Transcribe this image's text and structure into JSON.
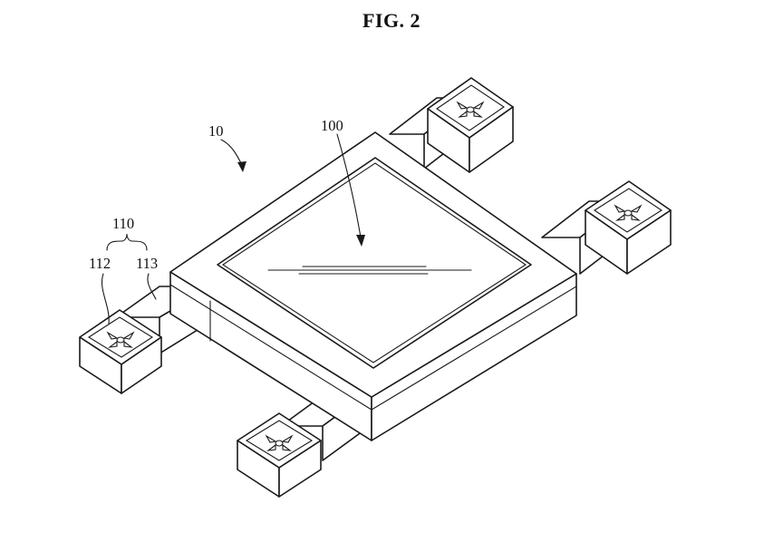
{
  "figure": {
    "title": "FIG. 2"
  },
  "labels": {
    "device": "10",
    "panel": "100",
    "arm_assembly": "110",
    "propeller": "112",
    "arm": "113"
  },
  "colors": {
    "line": "#1a1a1a",
    "face": "#ffffff",
    "background": "#ffffff"
  }
}
